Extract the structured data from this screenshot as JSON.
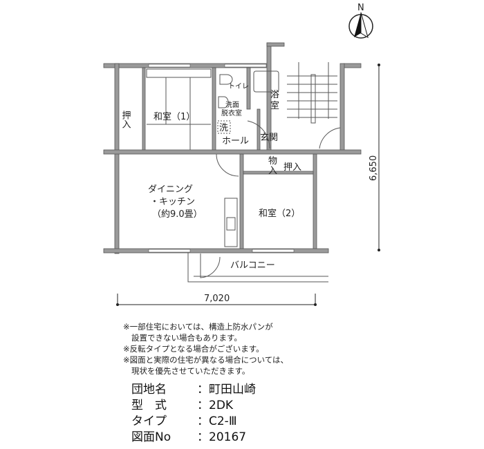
{
  "compass": {
    "label": "N"
  },
  "rooms": {
    "oshiire1": "押入",
    "washitsu1": "和室（1）",
    "toilet": "トイレ",
    "senmen": "洗面",
    "datsuishitsu": "脱衣室",
    "sentaku": "洗",
    "yokushitsu_1": "浴",
    "yokushitsu_2": "室",
    "hall": "ホール",
    "genkan": "玄関",
    "monooki_1": "物",
    "monooki_2": "入",
    "oshiire2": "押入",
    "dk_1": "ダイニング",
    "dk_2": "・キッチン",
    "dk_3": "（約9.0畳）",
    "washitsu2": "和室（2）",
    "balcony": "バルコニー"
  },
  "dimensions": {
    "width": "7,020",
    "depth": "6,650"
  },
  "notes": [
    "※一部住宅においては、構造上防水パンが",
    "設置できない場合もあります。",
    "※反転タイプとなる場合がございます。",
    "※図面と実際の住宅が異なる場合については、",
    "現状を優先させていただきます。"
  ],
  "info": [
    {
      "key": "団地名",
      "value": "：町田山崎"
    },
    {
      "key": "型　式",
      "value": "：2DK"
    },
    {
      "key": "タイプ",
      "value": "：C2-Ⅲ"
    },
    {
      "key": "図面No",
      "value": "：20167"
    }
  ],
  "colors": {
    "wall": "#9a9a9a",
    "line": "#555555"
  }
}
